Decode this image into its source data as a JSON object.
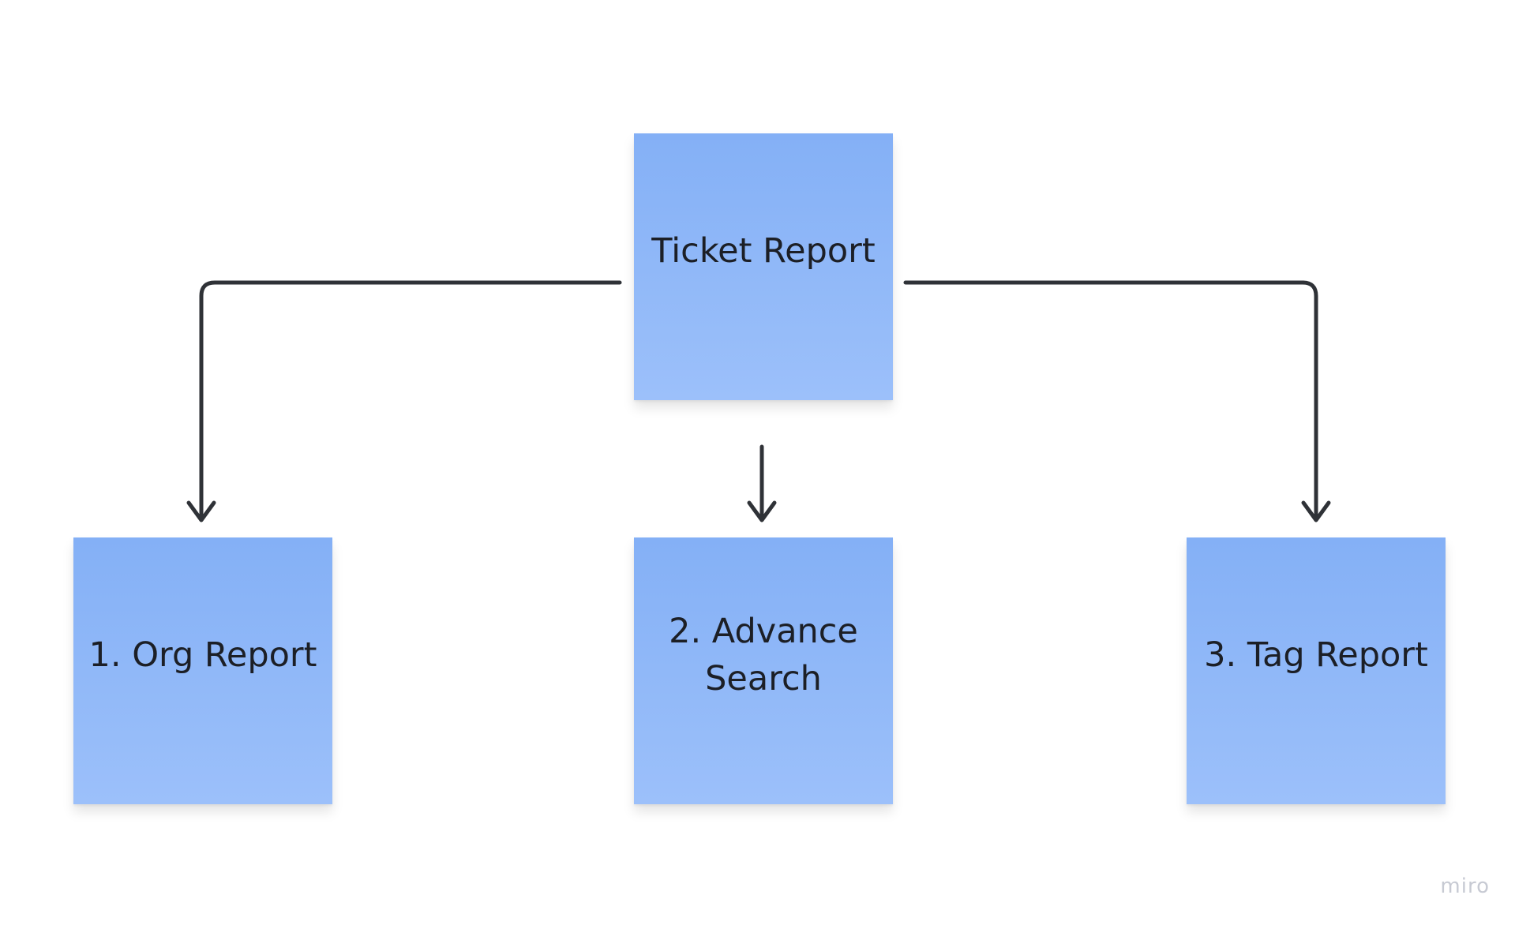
{
  "diagram": {
    "root": {
      "label": "Ticket Report"
    },
    "children": [
      {
        "label": "1. Org Report"
      },
      {
        "label": "2. Advance Search"
      },
      {
        "label": "3. Tag Report"
      }
    ]
  },
  "watermark": "miro",
  "colors": {
    "sticky_top": "#84b0f6",
    "sticky_bottom": "#9cc0fa",
    "connector": "#2f3237",
    "text": "#1c1f26",
    "watermark": "#c7cad3"
  }
}
